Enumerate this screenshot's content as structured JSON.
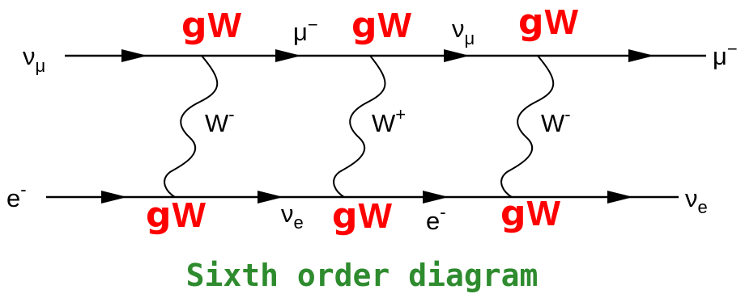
{
  "colors": {
    "coupling": "#ff0000",
    "title": "#2e8b2e",
    "line": "#000000"
  },
  "diagram": {
    "title": "Sixth order diagram",
    "top_line": {
      "incoming": {
        "sym": "ν",
        "sub": "μ"
      },
      "outgoing": {
        "sym": "μ",
        "sup": "−"
      },
      "intermediate": [
        {
          "sym": "μ",
          "sup": "−"
        },
        {
          "sym": "ν",
          "sub": "μ"
        }
      ]
    },
    "bottom_line": {
      "incoming": {
        "sym": "e",
        "sup": "-"
      },
      "outgoing": {
        "sym": "ν",
        "sub": "e"
      },
      "intermediate": [
        {
          "sym": "ν",
          "sub": "e"
        },
        {
          "sym": "e",
          "sup": "-"
        }
      ]
    },
    "propagators": [
      {
        "sym": "W",
        "sup": "-"
      },
      {
        "sym": "W",
        "sup": "+"
      },
      {
        "sym": "W",
        "sup": "-"
      }
    ],
    "couplings": {
      "top": [
        {
          "g": "g",
          "w": "W"
        },
        {
          "g": "g",
          "w": "W"
        },
        {
          "g": "g",
          "w": "W"
        }
      ],
      "bottom": [
        {
          "g": "g",
          "w": "W"
        },
        {
          "g": "g",
          "w": "W"
        },
        {
          "g": "g",
          "w": "W"
        }
      ]
    }
  }
}
